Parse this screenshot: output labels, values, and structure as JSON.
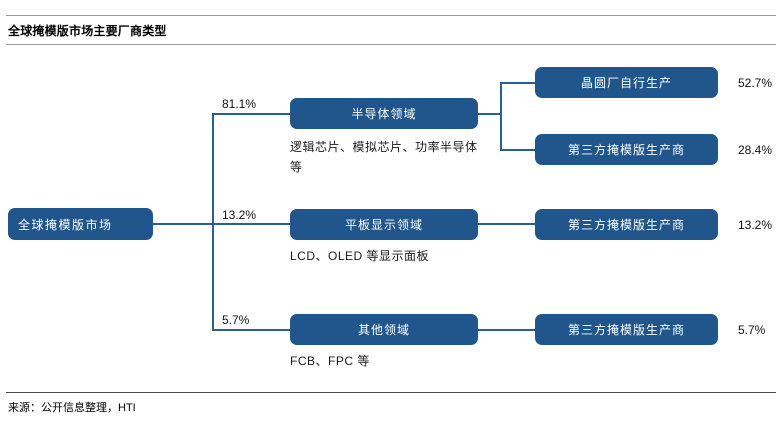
{
  "header": {
    "title": "全球掩模版市场主要厂商类型"
  },
  "footer": {
    "source": "来源：公开信息整理，HTI"
  },
  "colors": {
    "node_fill": "#21568c",
    "connector": "#2a5e96",
    "node_text": "#ffffff",
    "rule_gray": "#9a9a9a",
    "rule_dark": "#4a4a4a"
  },
  "chart_data": {
    "type": "tree-diagram",
    "title": "全球掩模版市场主要厂商类型",
    "root": {
      "label": "全球掩模版市场"
    },
    "branches": [
      {
        "label": "半导体领域",
        "share": "81.1%",
        "caption": "逻辑芯片、模拟芯片、功率半导体等",
        "children": [
          {
            "label": "晶圆厂自行生产",
            "share": "52.7%"
          },
          {
            "label": "第三方掩模版生产商",
            "share": "28.4%"
          }
        ]
      },
      {
        "label": "平板显示领域",
        "share": "13.2%",
        "caption": "LCD、OLED 等显示面板",
        "children": [
          {
            "label": "第三方掩模版生产商",
            "share": "13.2%"
          }
        ]
      },
      {
        "label": "其他领域",
        "share": "5.7%",
        "caption": "FCB、FPC 等",
        "children": [
          {
            "label": "第三方掩模版生产商",
            "share": "5.7%"
          }
        ]
      }
    ]
  }
}
